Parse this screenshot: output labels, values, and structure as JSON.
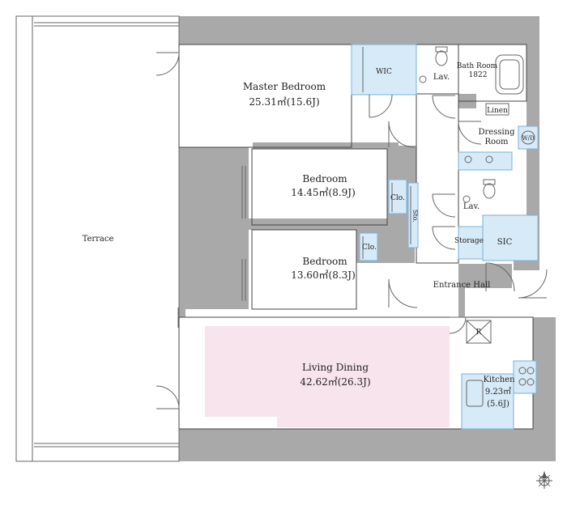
{
  "rooms": {
    "terrace": "Terrace",
    "master_bedroom": {
      "name": "Master Bedroom",
      "area": "25.31㎡(15.6J)"
    },
    "wic": "WIC",
    "lav_top": "Lav.",
    "bath_room": {
      "name": "Bath Room",
      "size": "1822"
    },
    "linen": "Linen",
    "dressing_room": {
      "line1": "Dressing",
      "line2": "Room"
    },
    "wd": "W/D",
    "bedroom1": {
      "name": "Bedroom",
      "area": "14.45㎡(8.9J)"
    },
    "clo1": "Clo.",
    "sto": "Sto.",
    "lav_mid": "Lav.",
    "storage": "Storage",
    "sic": "SIC",
    "bedroom2": {
      "name": "Bedroom",
      "area": "13.60㎡(8.3J)"
    },
    "clo2": "Clo.",
    "entrance_hall": "Entrance Hall",
    "refrigerator": "R",
    "living_dining": {
      "name": "Living Dining",
      "area": "42.62㎡(26.3J)"
    },
    "kitchen": {
      "name": "Kitchen",
      "area": "9.23㎡",
      "area_j": "(5.6J)"
    }
  },
  "colors": {
    "wall": "#a9a9a9",
    "storage_fill": "#d7eaf7",
    "storage_stroke": "#7ab3d9",
    "living_fill": "#f8e4ec",
    "line": "#444444"
  },
  "compass_icon": "compass-rose-icon"
}
